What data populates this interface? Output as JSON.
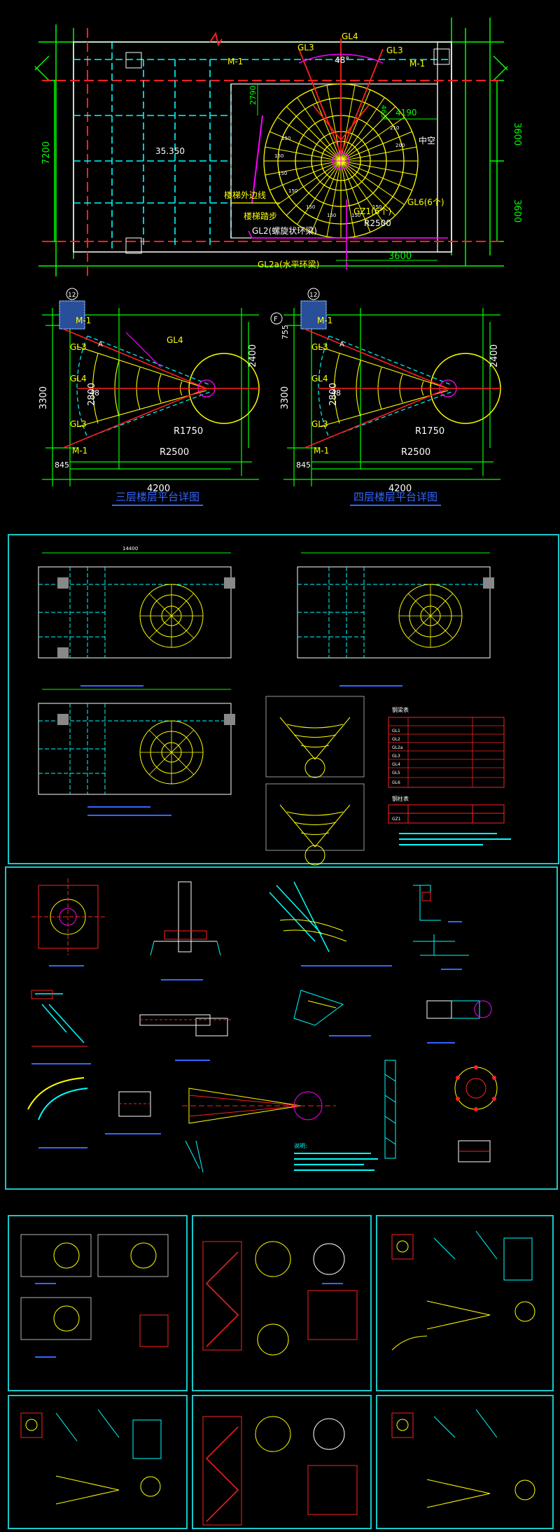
{
  "colors": {
    "background": "#000000",
    "cyan": "#00ffff",
    "green": "#00ff00",
    "red": "#ff2020",
    "yellow": "#ffff00",
    "magenta": "#ff00ff",
    "blue": "#3366ff",
    "white": "#ffffff",
    "frame": "#18c8c8"
  },
  "plan_top": {
    "labels": {
      "gl4": "GL4",
      "gl3_left": "GL3",
      "gl3_right": "GL3",
      "m1_left": "M-1",
      "m1_right": "M-1",
      "angle": "48°",
      "elevation": "35.350",
      "void": "中空",
      "stair_outline": "楼梯外边线",
      "stair_step": "楼梯踏步",
      "gl2": "GL2(螺旋状环梁)",
      "gl2a": "GL2a(水平环梁)",
      "gz1": "GZ1(6个)",
      "gl6": "GL6(6个)",
      "r2500": "R2500"
    },
    "dims": {
      "left_7200": "7200",
      "right_3600_top": "3600",
      "right_3600_bottom": "3600",
      "bottom_3600": "3600",
      "d2790": "2790",
      "d4190": "4190",
      "d465": "465"
    }
  },
  "plan_floor3": {
    "title": "三层楼层平台详图",
    "labels": {
      "axis": "12",
      "m1_top": "M-1",
      "m1_bottom": "M-1",
      "gl3_top": "GL3",
      "gl4_mid": "GL4",
      "gl3_bottom": "GL3",
      "gl4_top": "GL4",
      "a_mark": "A"
    },
    "dims": {
      "d3300": "3300",
      "d2800": "2800",
      "d2400": "2400",
      "d48": "48",
      "r1750": "R1750",
      "r2500": "R2500",
      "d845": "845",
      "d4200": "4200"
    }
  },
  "plan_floor4": {
    "title": "四层楼层平台详图",
    "labels": {
      "axis_top": "12",
      "axis_side": "F",
      "m1_top": "M-1",
      "m1_bottom": "M-1",
      "gl3_top": "GL3",
      "gl4_mid": "GL4",
      "gl3_bottom": "GL3",
      "a_mark": "A"
    },
    "dims": {
      "d755": "755",
      "d3300": "3300",
      "d2800": "2800",
      "d2400": "2400",
      "d48": "48",
      "r1750": "R1750",
      "r2500": "R2500",
      "d845": "845",
      "d4200": "4200"
    }
  },
  "sheet_overview": {
    "dim_14400": "14400",
    "table_title": "钢梁表",
    "table_rows": [
      "GL1",
      "GL2",
      "GL2a",
      "GL3",
      "GL4",
      "GL5",
      "GL6"
    ],
    "column_table_title": "钢柱表",
    "column_row": "GZ1"
  },
  "sheet_details": {
    "notes_title": "说明:"
  }
}
